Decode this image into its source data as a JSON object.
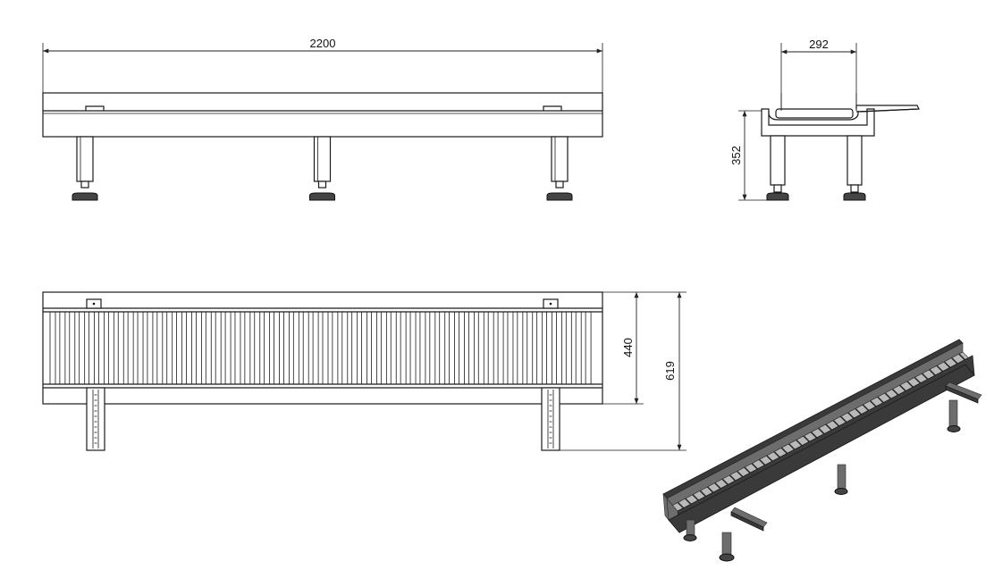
{
  "dimensions": {
    "front_length": "2200",
    "side_width": "292",
    "side_height": "352",
    "top_width": "440",
    "top_overall": "619"
  },
  "views": {
    "front_legs": 3,
    "top_rollers": 56,
    "iso_rollers": 40
  },
  "colors": {
    "line": "#1a1a1a",
    "frame_dark": "#3a3a3a",
    "frame_mid": "#6d6d6d",
    "roller": "#b9b9b9"
  }
}
